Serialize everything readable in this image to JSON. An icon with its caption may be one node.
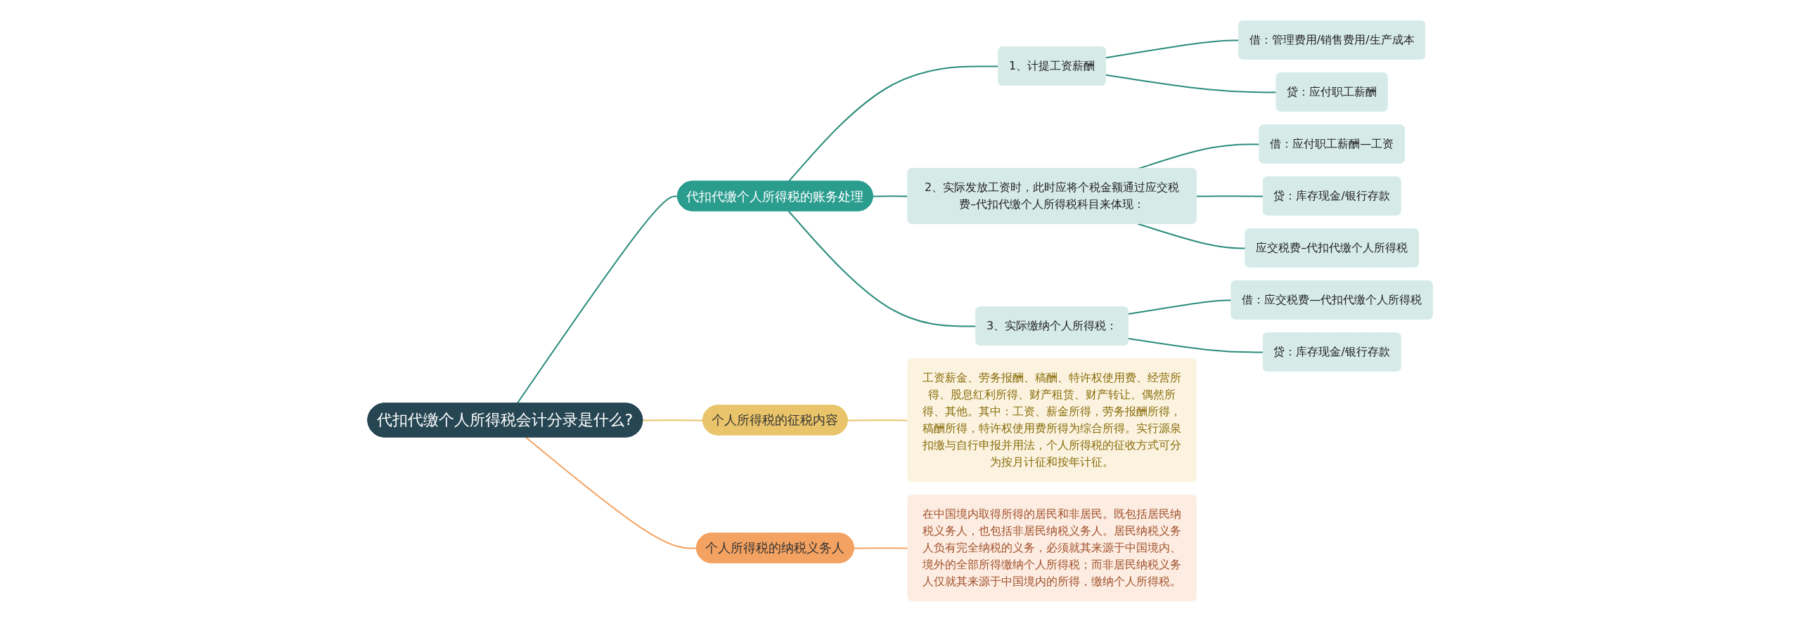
{
  "diagram": {
    "nodes": [
      {
        "text": [
          "代扣代缴个人所得税会计分录是什么?"
        ]
      },
      {
        "text": [
          "代扣代缴个人所得税的账务处理"
        ]
      },
      {
        "text": [
          "1、计提工资薪酬"
        ]
      },
      {
        "text": [
          "借：管理费用/销售费用/生产成本"
        ]
      },
      {
        "text": [
          "贷：应付职工薪酬"
        ]
      },
      {
        "text": [
          "2、实际发放工资时，此时应将个税金额通过应交税费–代扣代缴个人所得税科目来体现："
        ]
      },
      {
        "text": [
          "借：应付职工薪酬—工资"
        ]
      },
      {
        "text": [
          "贷：库存现金/银行存款"
        ]
      },
      {
        "text": [
          "应交税费–代扣代缴个人所得税"
        ]
      },
      {
        "text": [
          "3、实际缴纳个人所得税："
        ]
      },
      {
        "text": [
          "借：应交税费—代扣代缴个人所得税"
        ]
      },
      {
        "text": [
          "贷：库存现金/银行存款"
        ]
      },
      {
        "text": [
          "个人所得税的征税内容"
        ]
      },
      {
        "text": [
          "工资薪金、劳务报酬、稿酬、特许权使用费、经营所得、股息红利所得、财产租赁、财产转让、偶然所得、其他。其中：工资、薪金所得，劳务报酬所得，稿酬所得，特许权使用费所得为综合所得。实行源泉扣缴与自行申报并用法，个人所得税的征收方式可分为按月计征和按年计征。"
        ]
      },
      {
        "text": [
          "个人所得税的纳税义务人"
        ]
      },
      {
        "text": [
          "在中国境内取得所得的居民和非居民。既包括居民纳税义务人，也包括非居民纳税义务人。居民纳税义务人负有完全纳税的义务，必须就其来源于中国境内、境外的全部所得缴纳个人所得税；而非居民纳税义务人仅就其来源于中国境内的所得，缴纳个人所得税。"
        ]
      }
    ],
    "edges": [
      {
        "from": 0,
        "to": 1,
        "arrow": "none"
      },
      {
        "from": 1,
        "to": 2,
        "arrow": "none"
      },
      {
        "from": 2,
        "to": 3,
        "arrow": "none"
      },
      {
        "from": 2,
        "to": 4,
        "arrow": "none"
      },
      {
        "from": 1,
        "to": 5,
        "arrow": "none"
      },
      {
        "from": 5,
        "to": 6,
        "arrow": "none"
      },
      {
        "from": 5,
        "to": 7,
        "arrow": "none"
      },
      {
        "from": 5,
        "to": 8,
        "arrow": "none"
      },
      {
        "from": 1,
        "to": 9,
        "arrow": "none"
      },
      {
        "from": 9,
        "to": 10,
        "arrow": "none"
      },
      {
        "from": 9,
        "to": 11,
        "arrow": "none"
      },
      {
        "from": 0,
        "to": 12,
        "arrow": "none",
        "color": "#e9c46a"
      },
      {
        "from": 12,
        "to": 13,
        "arrow": "none",
        "color": "#e9c46a"
      },
      {
        "from": 0,
        "to": 14,
        "arrow": "none",
        "color": "#f4a261"
      },
      {
        "from": 14,
        "to": 15,
        "arrow": "none",
        "color": "#f4a261"
      }
    ]
  }
}
